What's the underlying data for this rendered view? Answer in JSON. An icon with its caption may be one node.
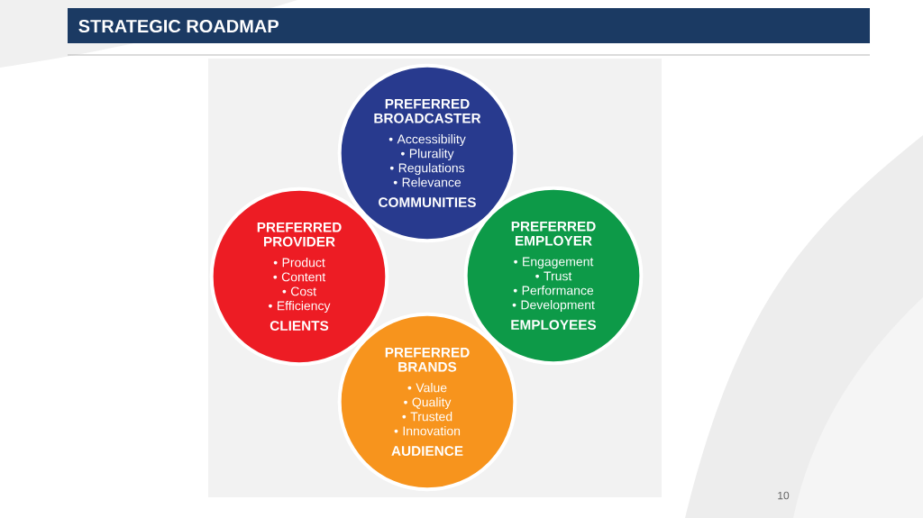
{
  "diagram": {
    "title": "STRATEGIC ROADMAP",
    "nodes": [
      {
        "text": [
          "PREFERRED BROADCASTER",
          "• Accessibility",
          "• Plurality",
          "• Regulations",
          "• Relevance",
          "COMMUNITIES"
        ]
      },
      {
        "text": [
          "PREFERRED PROVIDER",
          "• Product",
          "• Content",
          "• Cost",
          "• Efficiency",
          "CLIENTS"
        ]
      },
      {
        "text": [
          "PREFERRED EMPLOYER",
          "• Engagement",
          "• Trust",
          "• Performance",
          "• Development",
          "EMPLOYEES"
        ]
      },
      {
        "text": [
          "PREFERRED BRANDS",
          "• Value",
          "• Quality",
          "• Trusted",
          "• Innovation",
          "AUDIENCE"
        ]
      }
    ],
    "labels": [
      "10"
    ]
  }
}
